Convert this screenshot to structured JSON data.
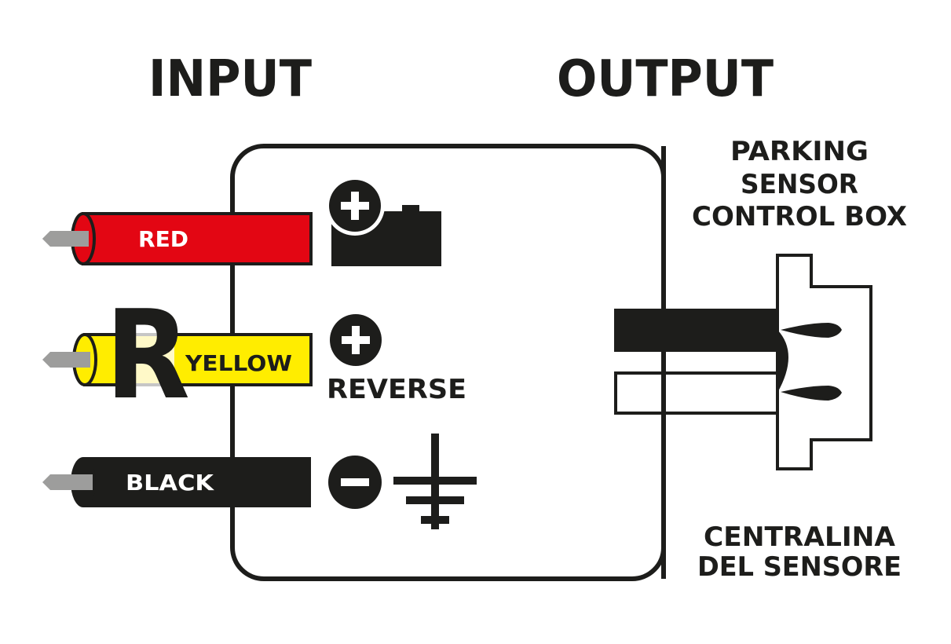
{
  "headings": {
    "input": "INPUT",
    "output": "OUTPUT"
  },
  "colors": {
    "ink": "#1d1d1b",
    "red_wire": "#e30613",
    "yellow_wire": "#ffed00",
    "yellow_highlight": "#fff9c8",
    "pin_grey": "#9d9d9c",
    "background": "#ffffff"
  },
  "input_wires": [
    {
      "id": "red",
      "label": "RED",
      "color_key": "red_wire",
      "label_color": "#ffffff",
      "terminal": "battery-positive"
    },
    {
      "id": "yellow",
      "label": "YELLOW",
      "color_key": "yellow_wire",
      "label_color": "#1d1d1b",
      "terminal": "reverse-positive",
      "overlay_letter": "R"
    },
    {
      "id": "black",
      "label": "BLACK",
      "color_key": "ink",
      "label_color": "#ffffff",
      "terminal": "ground-negative"
    }
  ],
  "terminals": {
    "battery": {
      "symbol": "+",
      "icon": "battery-icon"
    },
    "reverse": {
      "symbol": "+",
      "label": "REVERSE"
    },
    "ground": {
      "symbol": "−",
      "icon": "ground-icon"
    }
  },
  "output": {
    "title_lines": [
      "PARKING",
      "SENSOR",
      "CONTROL BOX"
    ],
    "subtitle_lines": [
      "CENTRALINA",
      "DEL SENSORE"
    ],
    "connector": "two-pin-plug"
  }
}
